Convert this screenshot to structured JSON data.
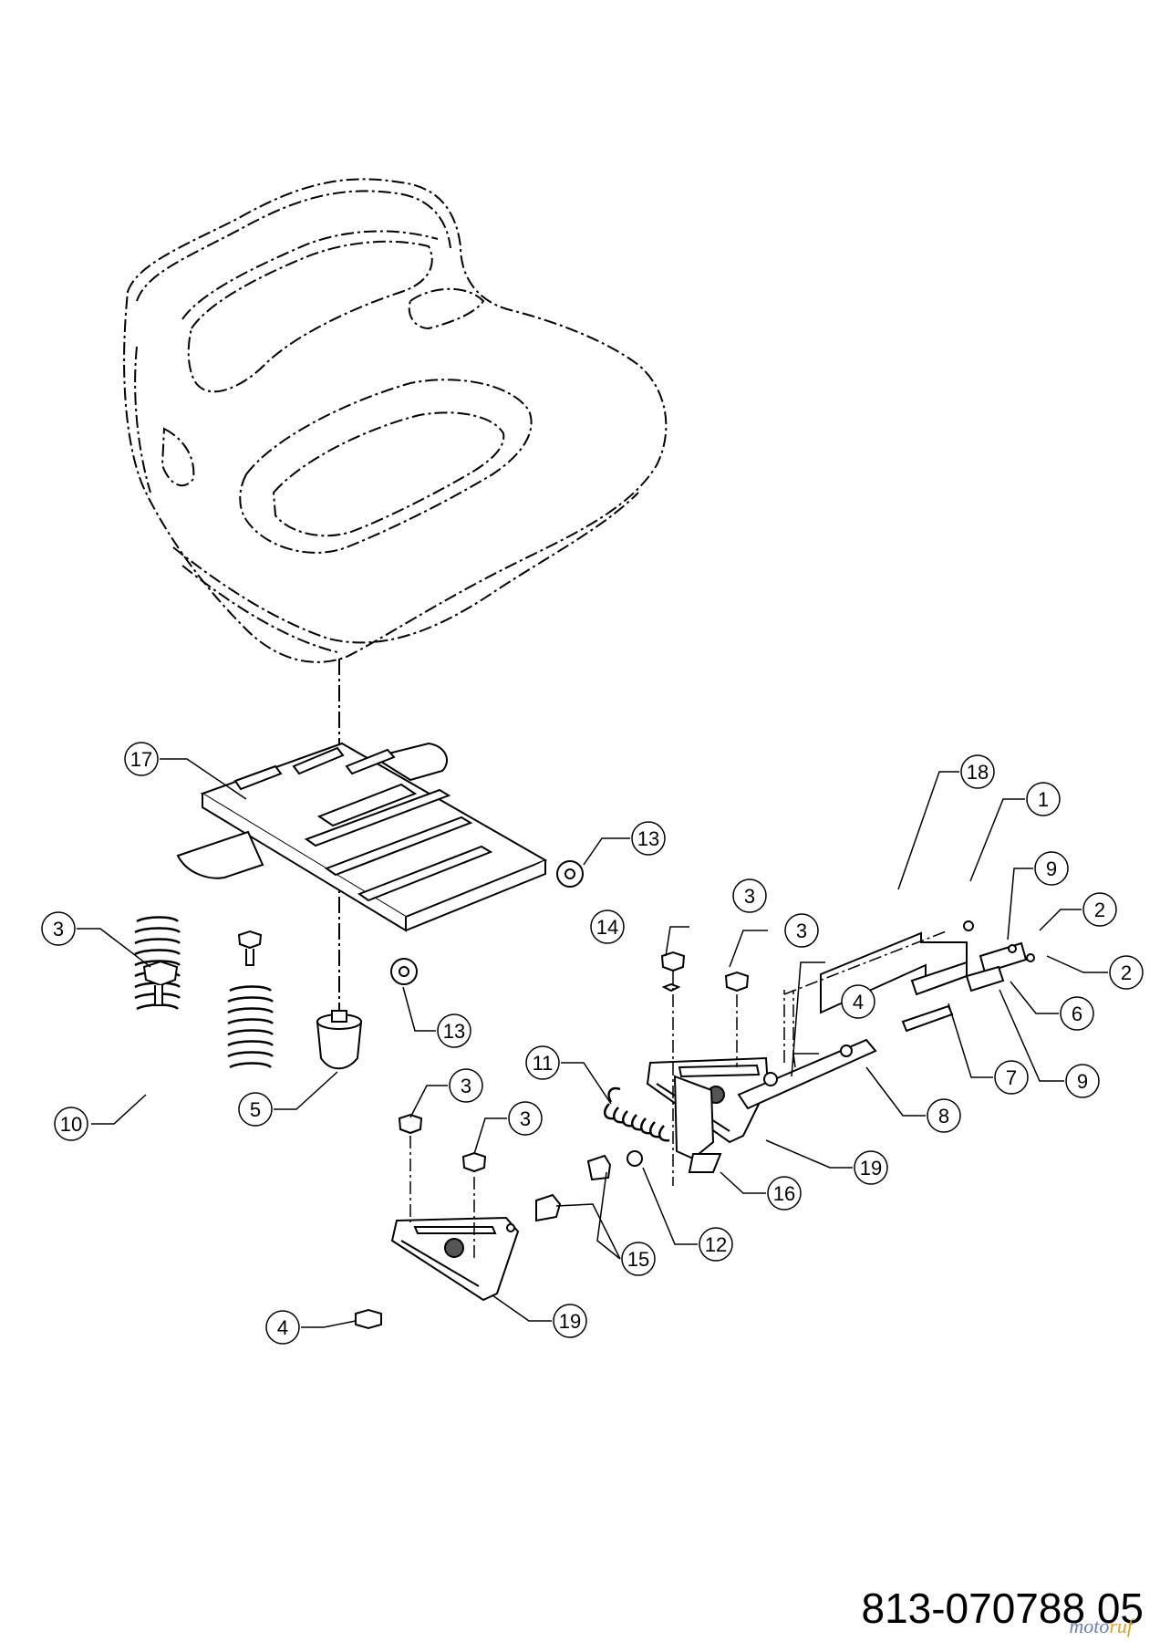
{
  "document": {
    "part_number": "813-070788 05",
    "watermark": {
      "part_a": "moto",
      "part_b": "ruf"
    }
  },
  "callouts": [
    {
      "id": "c17",
      "label": "17"
    },
    {
      "id": "c13a",
      "label": "13"
    },
    {
      "id": "c13b",
      "label": "13"
    },
    {
      "id": "c18",
      "label": "18"
    },
    {
      "id": "c1",
      "label": "1"
    },
    {
      "id": "c9a",
      "label": "9"
    },
    {
      "id": "c2a",
      "label": "2"
    },
    {
      "id": "c2b",
      "label": "2"
    },
    {
      "id": "c6",
      "label": "6"
    },
    {
      "id": "c9b",
      "label": "9"
    },
    {
      "id": "c7",
      "label": "7"
    },
    {
      "id": "c8",
      "label": "8"
    },
    {
      "id": "c4a",
      "label": "4"
    },
    {
      "id": "c3a",
      "label": "3"
    },
    {
      "id": "c3b",
      "label": "3"
    },
    {
      "id": "c14",
      "label": "14"
    },
    {
      "id": "c3c",
      "label": "3"
    },
    {
      "id": "c10",
      "label": "10"
    },
    {
      "id": "c5",
      "label": "5"
    },
    {
      "id": "c11",
      "label": "11"
    },
    {
      "id": "c19a",
      "label": "19"
    },
    {
      "id": "c16",
      "label": "16"
    },
    {
      "id": "c3d",
      "label": "3"
    },
    {
      "id": "c3e",
      "label": "3"
    },
    {
      "id": "c12",
      "label": "12"
    },
    {
      "id": "c15",
      "label": "15"
    },
    {
      "id": "c19b",
      "label": "19"
    },
    {
      "id": "c4b",
      "label": "4"
    }
  ]
}
